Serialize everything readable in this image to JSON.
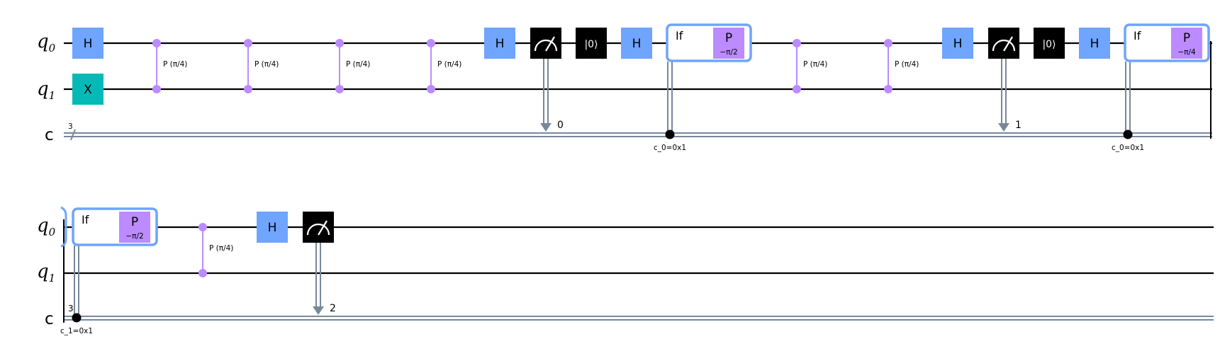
{
  "colors": {
    "hadamard": "#6fa4ff",
    "pauli_x": "#05bab6",
    "phase": "#bb8bff",
    "measure": "#000000",
    "classical": "#778899",
    "if_box": "#6fa4ff",
    "wire": "#000000"
  },
  "registers": {
    "q0": {
      "name": "q",
      "sub": "0"
    },
    "q1": {
      "name": "q",
      "sub": "1"
    },
    "c": {
      "name": "c",
      "width": "3"
    }
  },
  "labels": {
    "h": "H",
    "x": "X",
    "reset": "|0⟩",
    "cp": "P (π/4)",
    "if": "If",
    "p": "P",
    "p_m_pi2": "−π/2",
    "p_m_pi4": "−π/4",
    "cond_c0": "c_0=0x1",
    "cond_c1": "c_1=0x1",
    "bit0": "0",
    "bit1": "1",
    "bit2": "2"
  }
}
